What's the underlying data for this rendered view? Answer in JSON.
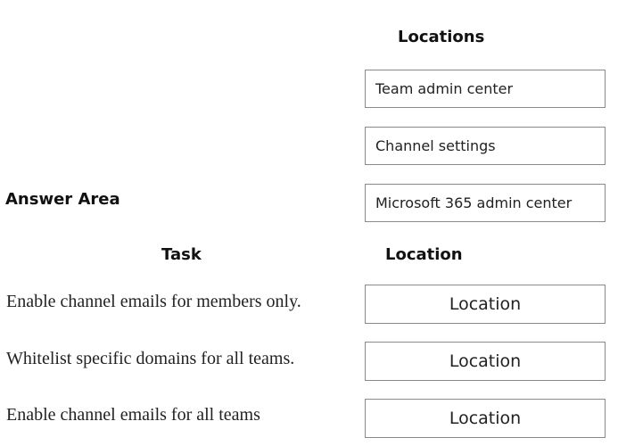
{
  "locations": {
    "heading": "Locations",
    "options": [
      "Team admin center",
      "Channel settings",
      "Microsoft 365 admin center"
    ]
  },
  "answer_area": {
    "heading": "Answer Area",
    "task_header": "Task",
    "location_header": "Location",
    "rows": [
      {
        "task": "Enable channel emails for members only.",
        "slot": "Location"
      },
      {
        "task": "Whitelist specific domains for all teams.",
        "slot": "Location"
      },
      {
        "task": "Enable channel emails for all teams",
        "slot": "Location"
      }
    ]
  }
}
